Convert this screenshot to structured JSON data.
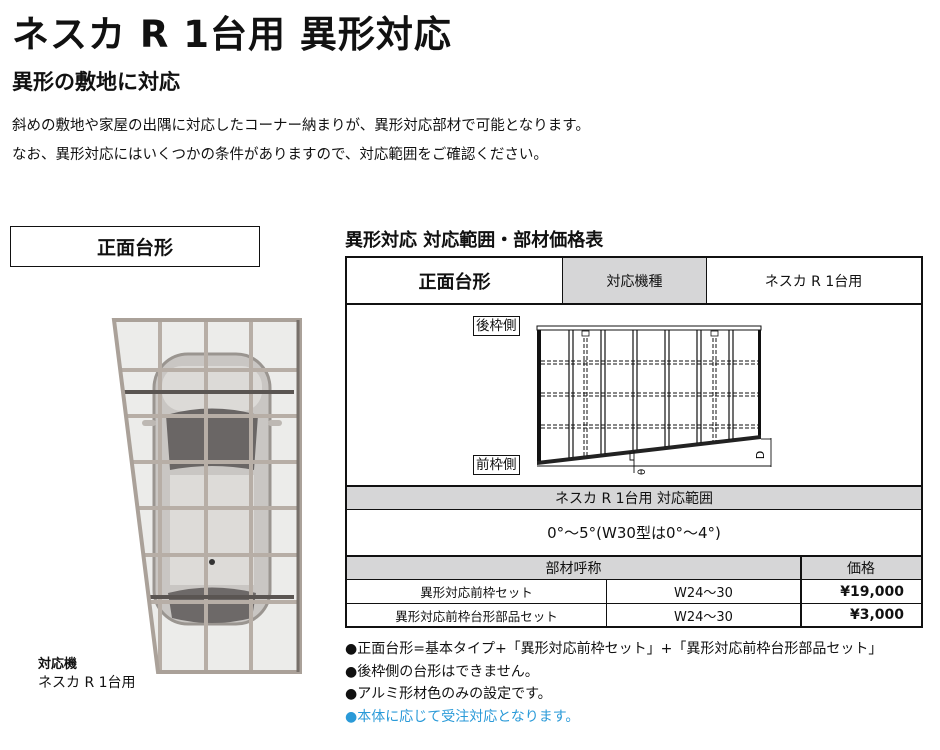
{
  "header": {
    "title": "ネスカ R 1台用 異形対応",
    "subtitle": "異形の敷地に対応",
    "description": [
      "斜めの敷地や家屋の出隅に対応したコーナー納まりが、異形対応部材で可能となります。",
      "なお、異形対応にはいくつかの条件がありますので、対応範囲をご確認ください。"
    ]
  },
  "left_panel": {
    "box_label": "正面台形",
    "photo_icon": "carport-top-view-photo",
    "compat_label": "対応機",
    "compat_value": "ネスカ R 1台用"
  },
  "table": {
    "title": "異形対応 対応範囲・部材価格表",
    "head": {
      "type_label": "正面台形",
      "model_label": "対応機種",
      "model_value": "ネスカ R 1台用"
    },
    "diagram": {
      "rear_label": "後枠側",
      "front_label": "前枠側",
      "dim_label": "D",
      "angle_label": "θ"
    },
    "range": {
      "header": "ネスカ R 1台用 対応範囲",
      "value": "0°～5°(W30型は0°～4°)"
    },
    "parts": {
      "header_name": "部材呼称",
      "header_price": "価格",
      "rows": [
        {
          "name": "異形対応前枠セット",
          "size": "W24～30",
          "price": "¥19,000"
        },
        {
          "name": "異形対応前枠台形部品セット",
          "size": "W24～30",
          "price": "¥3,000"
        }
      ]
    }
  },
  "notes": [
    {
      "text": "●正面台形=基本タイプ+「異形対応前枠セット」+「異形対応前枠台形部品セット」",
      "color": "#111111"
    },
    {
      "text": "●後枠側の台形はできません。",
      "color": "#111111"
    },
    {
      "text": "●アルミ形材色のみの設定です。",
      "color": "#111111"
    },
    {
      "text": "●本体に応じて受注対応となります。",
      "color": "#2a9ad8"
    }
  ]
}
